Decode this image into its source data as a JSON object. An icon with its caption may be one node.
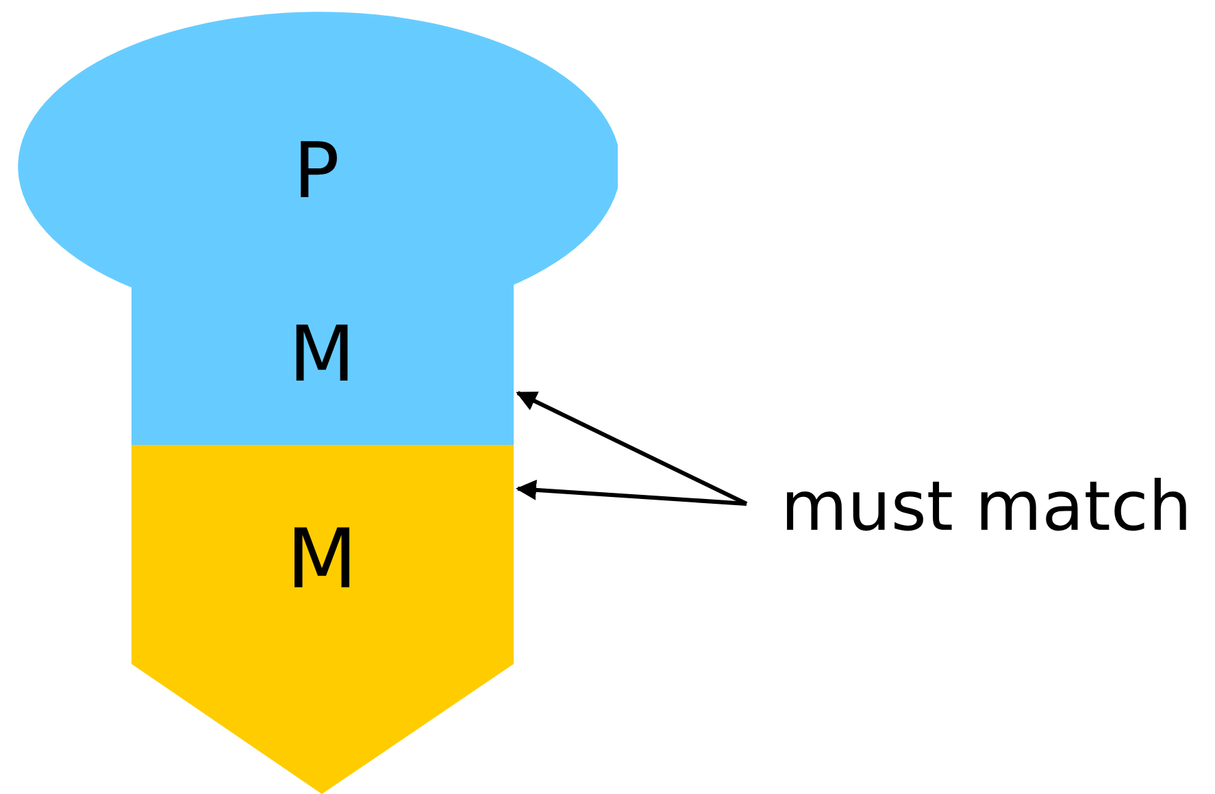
{
  "diagram": {
    "nodes": [
      {
        "text": [
          "P",
          "M"
        ]
      },
      {
        "text": [
          "M"
        ]
      },
      {
        "text": [
          "must match"
        ]
      }
    ],
    "edges": [
      {
        "from": 2,
        "to": 0,
        "arrow": "to"
      },
      {
        "from": 2,
        "to": 1,
        "arrow": "to"
      }
    ]
  }
}
